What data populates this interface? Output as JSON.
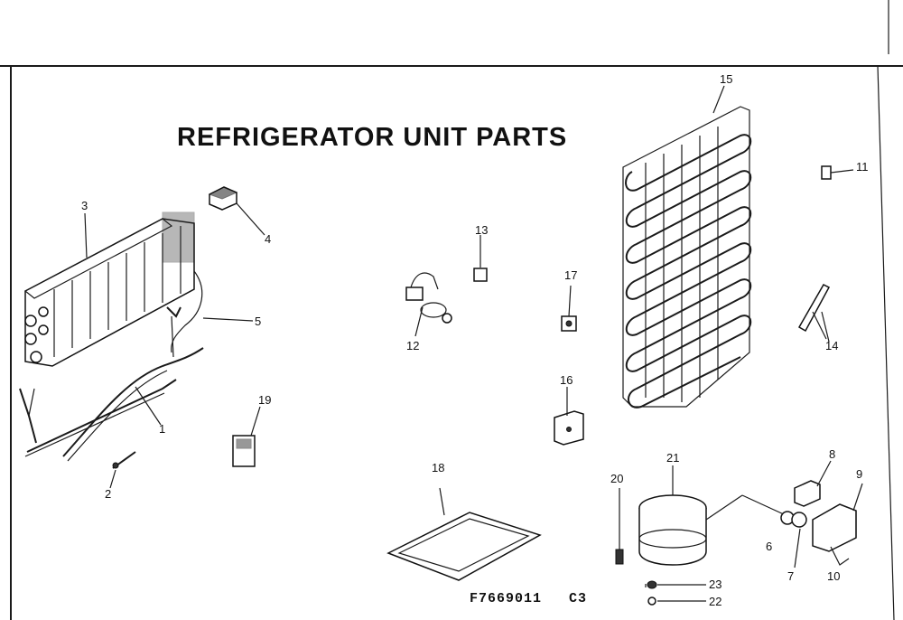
{
  "title": "REFRIGERATOR UNIT PARTS",
  "diagram_code": "F7669011",
  "diagram_rev": "C3",
  "parts": [
    {
      "id": "1",
      "label": "1"
    },
    {
      "id": "2",
      "label": "2"
    },
    {
      "id": "3",
      "label": "3"
    },
    {
      "id": "4",
      "label": "4"
    },
    {
      "id": "5",
      "label": "5"
    },
    {
      "id": "6",
      "label": "6"
    },
    {
      "id": "7",
      "label": "7"
    },
    {
      "id": "8",
      "label": "8"
    },
    {
      "id": "9",
      "label": "9"
    },
    {
      "id": "10",
      "label": "10"
    },
    {
      "id": "11",
      "label": "11"
    },
    {
      "id": "12",
      "label": "12"
    },
    {
      "id": "13",
      "label": "13"
    },
    {
      "id": "14",
      "label": "14"
    },
    {
      "id": "15",
      "label": "15"
    },
    {
      "id": "16",
      "label": "16"
    },
    {
      "id": "17",
      "label": "17"
    },
    {
      "id": "18",
      "label": "18"
    },
    {
      "id": "19",
      "label": "19"
    },
    {
      "id": "20",
      "label": "20"
    },
    {
      "id": "21",
      "label": "21"
    },
    {
      "id": "22",
      "label": "22"
    },
    {
      "id": "23",
      "label": "23"
    }
  ]
}
